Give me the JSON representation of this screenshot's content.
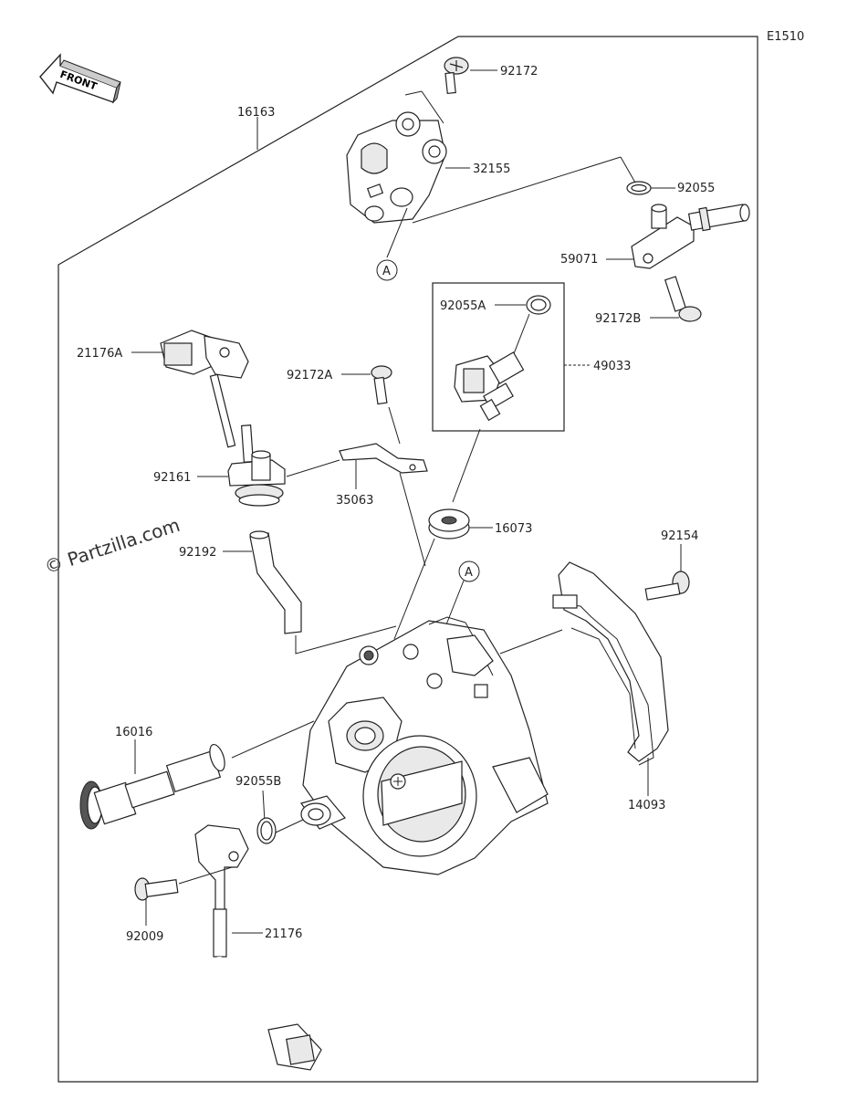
{
  "diagram": {
    "code": "E1510",
    "watermark": "© Partzilla.com",
    "front_label": "FRONT",
    "callout_letter": "A",
    "parts": [
      {
        "id": "92172",
        "label": "92172"
      },
      {
        "id": "16163",
        "label": "16163"
      },
      {
        "id": "32155",
        "label": "32155"
      },
      {
        "id": "92055",
        "label": "92055"
      },
      {
        "id": "59071",
        "label": "59071"
      },
      {
        "id": "92172B",
        "label": "92172B"
      },
      {
        "id": "92055A",
        "label": "92055A"
      },
      {
        "id": "49033",
        "label": "49033"
      },
      {
        "id": "21176A",
        "label": "21176A"
      },
      {
        "id": "92172A",
        "label": "92172A"
      },
      {
        "id": "92161",
        "label": "92161"
      },
      {
        "id": "35063",
        "label": "35063"
      },
      {
        "id": "16073",
        "label": "16073"
      },
      {
        "id": "92192",
        "label": "92192"
      },
      {
        "id": "92154",
        "label": "92154"
      },
      {
        "id": "16016",
        "label": "16016"
      },
      {
        "id": "92055B",
        "label": "92055B"
      },
      {
        "id": "14093",
        "label": "14093"
      },
      {
        "id": "92009",
        "label": "92009"
      },
      {
        "id": "21176",
        "label": "21176"
      }
    ]
  }
}
